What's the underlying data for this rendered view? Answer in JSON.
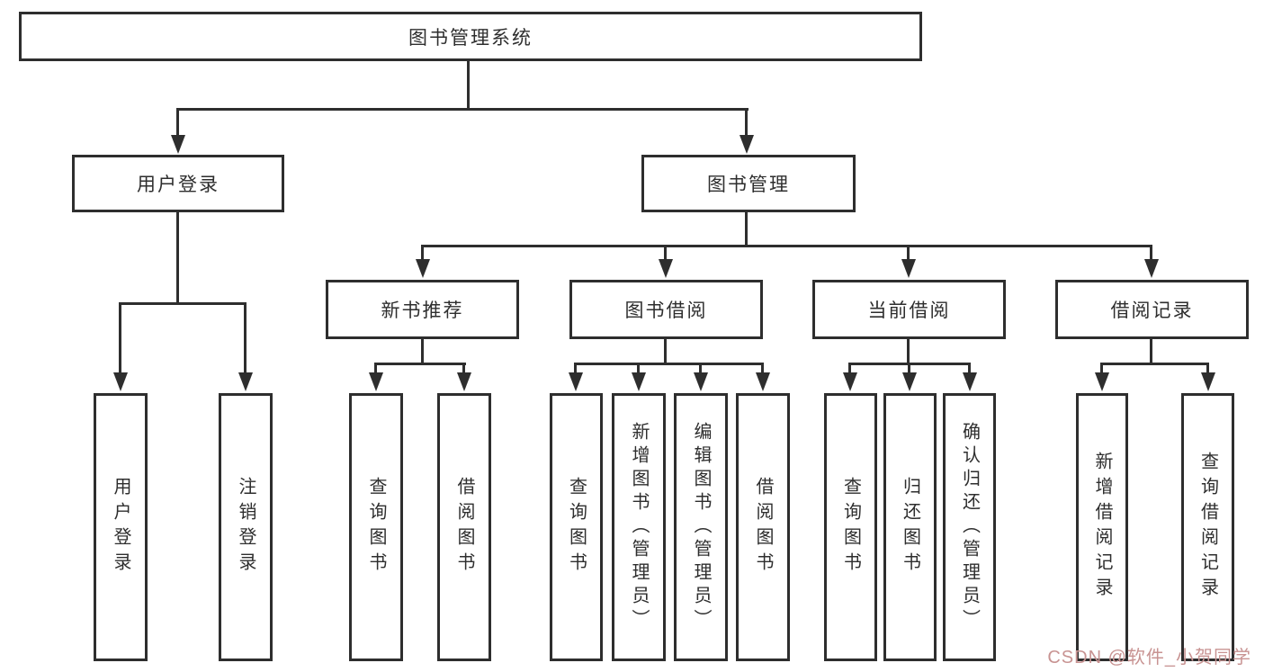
{
  "diagram": {
    "root": {
      "label": "图书管理系统"
    },
    "level2": [
      {
        "label": "用户登录"
      },
      {
        "label": "图书管理"
      }
    ],
    "level3": [
      {
        "label": "新书推荐"
      },
      {
        "label": "图书借阅"
      },
      {
        "label": "当前借阅"
      },
      {
        "label": "借阅记录"
      }
    ],
    "leaves": {
      "user_login": "用户登录",
      "logout": "注销登录",
      "rec_query": "查询图书",
      "rec_borrow": "借阅图书",
      "bor_query": "查询图书",
      "bor_add": "新增图书（管理员）",
      "bor_edit": "编辑图书（管理员）",
      "bor_borrow": "借阅图书",
      "cur_query": "查询图书",
      "cur_return": "归还图书",
      "cur_confirm": "确认归还（管理员）",
      "rdc_add": "新增借阅记录",
      "rdc_query": "查询借阅记录"
    },
    "watermark": "CSDN @软件_小贺同学",
    "colors": {
      "line": "#2e2e2e",
      "background": "#ffffff",
      "watermark": "#c89392"
    }
  }
}
